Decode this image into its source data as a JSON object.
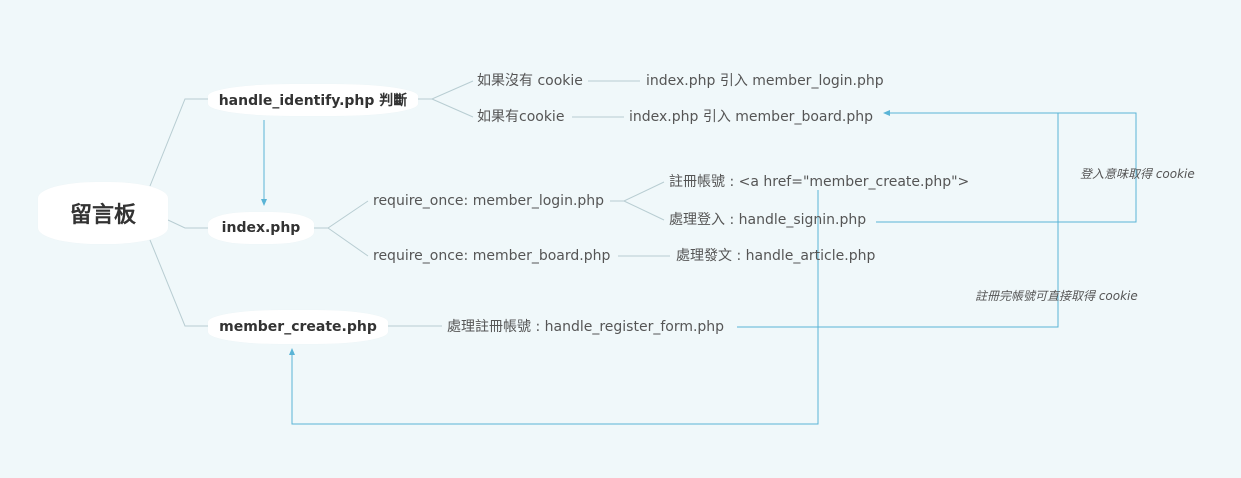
{
  "root": {
    "label": "留言板"
  },
  "nodes": {
    "handle_identify": "handle_identify.php 判斷",
    "index": "index.php",
    "member_create": "member_create.php"
  },
  "branches": {
    "no_cookie": "如果沒有 cookie",
    "no_cookie_result": "index.php 引入 member_login.php",
    "has_cookie": "如果有cookie",
    "has_cookie_result": "index.php 引入 member_board.php",
    "require_login": "require_once: member_login.php",
    "require_board": "require_once: member_board.php",
    "register_link": "註冊帳號 : <a href=\"member_create.php\">",
    "handle_signin": "處理登入 : handle_signin.php",
    "handle_article": "處理發文 : handle_article.php",
    "handle_register": "處理註冊帳號 : handle_register_form.php"
  },
  "notes": {
    "login_cookie": "登入意味取得 cookie",
    "register_cookie": "註冊完帳號可直接取得 cookie"
  },
  "colors": {
    "background": "#f0f8fa",
    "tree_line": "#b8cdd2",
    "relation_line": "#5ab4d6"
  }
}
